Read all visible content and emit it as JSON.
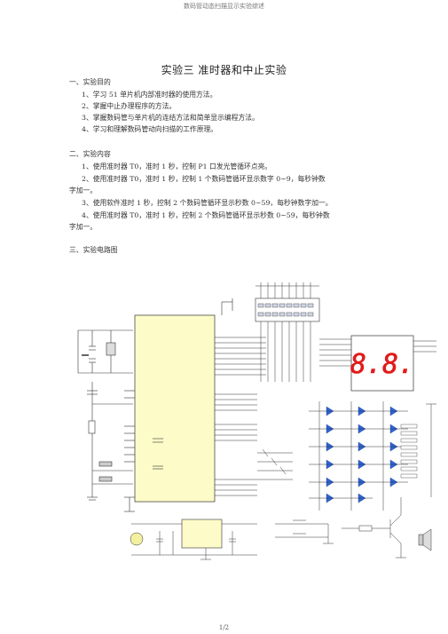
{
  "header": "数码管动态扫描显示实验综述",
  "title": "实验三    准时器和中止实验",
  "section1": {
    "heading": "一、实验目的",
    "items": [
      "1、学习 51 单片机内部准时器的使用方法。",
      "2、掌握中止办理程序的方法。",
      "3、掌握数码管与单片机的连结方法和简单显示编程方法。",
      "4、学习和理解数码管动向扫描的工作原理。"
    ]
  },
  "section2": {
    "heading": "二、实验内容",
    "item1": "1、使用准时器 T0，准时 1 秒，控制 P1 口发光管循环点亮。",
    "item2a": "2、使用准时器 T0，准时 1 秒，控制 1 个数码管循环显示数字 0~9，每秒钟数",
    "item2b": "字加一。",
    "item3": "3、使用软件准时 1 秒，控制 2 个数码管循环显示秒数 0~59，每秒钟数字加一。",
    "item4a": "4、使用准时器 T0，准时 1 秒，控制 2 个数码管循环显示秒数 0~59，每秒钟数",
    "item4b": "字加一。"
  },
  "section3": {
    "heading": "三、实验电路图"
  },
  "circuit": {
    "display_text": "8.8.",
    "colors": {
      "chip": "#fdfbc8",
      "led": "#2e64d8",
      "segment": "#e21a1a",
      "wire": "#333333"
    }
  },
  "footer": "1/2"
}
